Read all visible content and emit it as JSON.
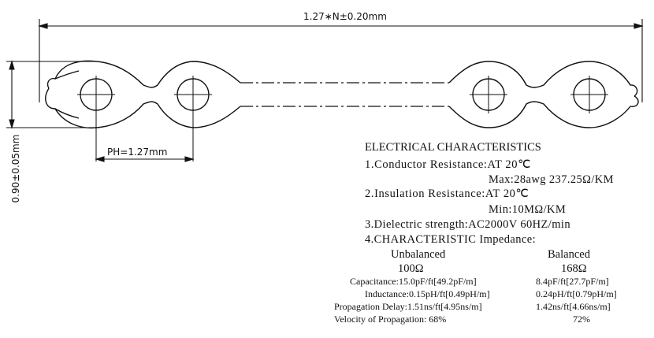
{
  "dimensions": {
    "overall_width": "1.27∗N±0.20mm",
    "pitch": "PH=1.27mm",
    "thickness": "0.90±0.05mm"
  },
  "spec": {
    "heading": "ELECTRICAL CHARACTERISTICS",
    "conductor_resistance": "1.Conductor Resistance:AT 20℃",
    "conductor_max": "Max:28awg 237.25Ω/KM",
    "insulation_resistance": "2.Insulation Resistance:AT 20℃",
    "insulation_min": "Min:10MΩ/KM",
    "dielectric_strength": "3.Dielectric strength:AC2000V 60HZ/min",
    "impedance": "4.CHARACTERISTIC Impedance:",
    "unbalanced_label": "Unbalanced",
    "unbalanced_value": "100Ω",
    "balanced_label": "Balanced",
    "balanced_value": "168Ω",
    "rows": [
      {
        "label": "Capacitance:15.0pF/ft[49.2pF/m]",
        "balanced": "8.4pF/ft[27.7pF/m]"
      },
      {
        "label": "Inductance:0.15pH/ft[0.49pH/m]",
        "balanced": "0.24pH/ft[0.79pH/m]"
      },
      {
        "label": "Propagation Delay:1.51ns/ft[4.95ns/m]",
        "balanced": "1.42ns/ft[4.66ns/m]"
      },
      {
        "label": "Velocity of Propagation: 68%",
        "balanced": "72%"
      }
    ]
  },
  "colors": {
    "line": "#111111",
    "background": "#ffffff"
  }
}
